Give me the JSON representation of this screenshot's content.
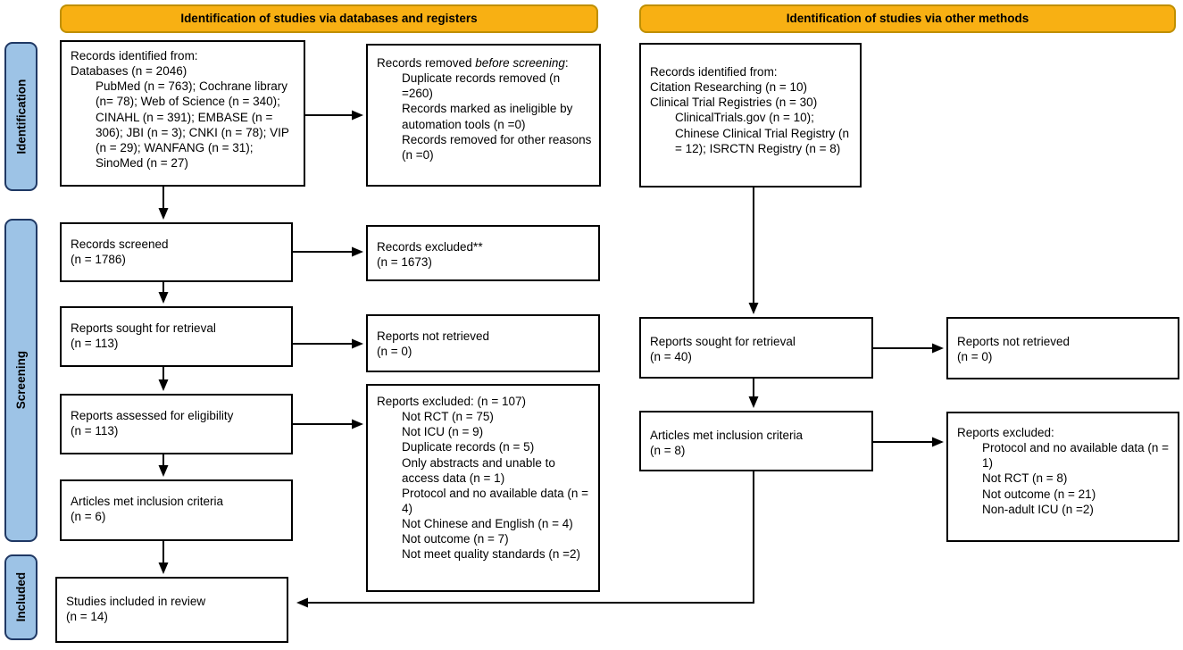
{
  "colors": {
    "banner_fill": "#F8B013",
    "banner_border": "#BF8F00",
    "stage_fill": "#9DC3E6",
    "stage_border": "#1F3864",
    "box_border": "#000000",
    "arrow": "#000000"
  },
  "banners": {
    "left": "Identification of studies via databases and registers",
    "right": "Identification of studies via other methods"
  },
  "stages": {
    "identification": "Identification",
    "screening": "Screening",
    "included": "Included"
  },
  "left_flow": {
    "records_identified": {
      "line1": "Records identified from:",
      "line2": "Databases (n = 2046)",
      "detail": "PubMed (n = 763); Cochrane library (n= 78); Web of Science (n = 340); CINAHL (n = 391); EMBASE (n = 306); JBI (n = 3); CNKI (n = 78); VIP (n = 29); WANFANG (n = 31); SinoMed (n = 27)"
    },
    "records_screened": {
      "label": "Records screened",
      "count": "(n = 1786)"
    },
    "reports_sought": {
      "label": "Reports sought for retrieval",
      "count": "(n = 113)"
    },
    "reports_assessed": {
      "label": "Reports assessed for eligibility",
      "count": "(n = 113)"
    },
    "articles_met": {
      "label": "Articles met inclusion criteria",
      "count": "(n = 6)"
    },
    "studies_included": {
      "label": "Studies included in review",
      "count": "(n = 14)"
    }
  },
  "left_exclusions": {
    "records_removed": {
      "prefix": "Records removed ",
      "italic": "before screening",
      "suffix": ":",
      "items": [
        "Duplicate records removed (n =260)",
        "Records marked as ineligible by automation tools (n =0)",
        "Records removed for other reasons (n =0)"
      ]
    },
    "records_excluded": {
      "label": "Records excluded**",
      "count": "(n = 1673)"
    },
    "reports_not_retrieved": {
      "label": "Reports not retrieved",
      "count": "(n = 0)"
    },
    "reports_excluded": {
      "title": "Reports excluded: (n = 107)",
      "items": [
        "Not RCT (n = 75)",
        "Not ICU (n = 9)",
        "Duplicate records (n = 5)",
        "Only abstracts and unable to access data (n = 1)",
        "Protocol and no available data (n = 4)",
        "Not Chinese and English (n = 4)",
        "Not outcome (n = 7)",
        "Not meet quality standards (n =2)"
      ]
    }
  },
  "right_flow": {
    "records_identified": {
      "line1": "Records identified from:",
      "line2": "Citation Researching (n = 10)",
      "line3": "Clinical Trial Registries (n = 30)",
      "detail": "ClinicalTrials.gov (n = 10); Chinese Clinical Trial Registry (n = 12); ISRCTN Registry (n = 8)"
    },
    "reports_sought": {
      "label": "Reports sought for retrieval",
      "count": "(n = 40)"
    },
    "articles_met": {
      "label": "Articles met inclusion criteria",
      "count": "(n = 8)"
    }
  },
  "right_exclusions": {
    "reports_not_retrieved": {
      "label": "Reports not retrieved",
      "count": "(n = 0)"
    },
    "reports_excluded": {
      "title": "Reports excluded:",
      "items": [
        "Protocol and no available data (n = 1)",
        "Not RCT (n = 8)",
        "Not outcome (n = 21)",
        "Non-adult ICU (n =2)"
      ]
    }
  }
}
